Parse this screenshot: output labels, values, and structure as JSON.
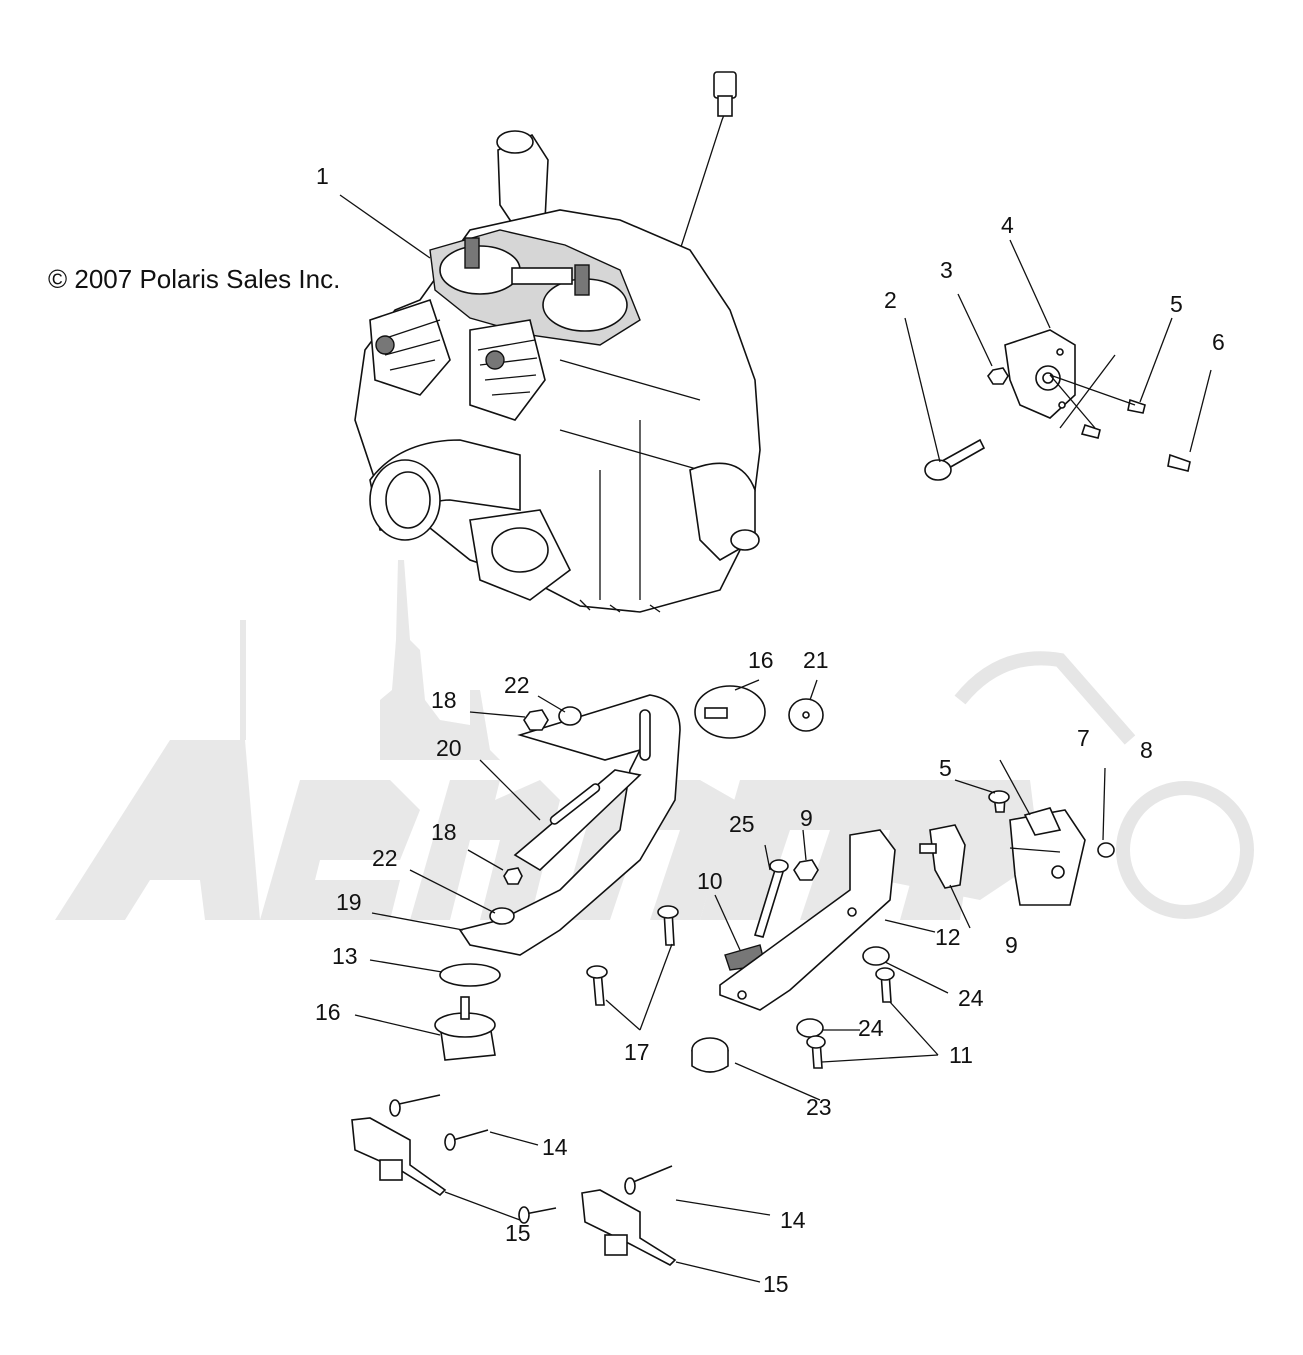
{
  "copyright": "© 2007 Polaris Sales Inc.",
  "watermark": "AerMoto",
  "callouts": [
    {
      "id": "c1",
      "text": "1"
    },
    {
      "id": "c2",
      "text": "2"
    },
    {
      "id": "c3",
      "text": "3"
    },
    {
      "id": "c4",
      "text": "4"
    },
    {
      "id": "c5a",
      "text": "5"
    },
    {
      "id": "c6",
      "text": "6"
    },
    {
      "id": "c16a",
      "text": "16"
    },
    {
      "id": "c21",
      "text": "21"
    },
    {
      "id": "c22a",
      "text": "22"
    },
    {
      "id": "c18a",
      "text": "18"
    },
    {
      "id": "c20",
      "text": "20"
    },
    {
      "id": "c18b",
      "text": "18"
    },
    {
      "id": "c22b",
      "text": "22"
    },
    {
      "id": "c19",
      "text": "19"
    },
    {
      "id": "c13",
      "text": "13"
    },
    {
      "id": "c16b",
      "text": "16"
    },
    {
      "id": "c25",
      "text": "25"
    },
    {
      "id": "c9a",
      "text": "9"
    },
    {
      "id": "c10",
      "text": "10"
    },
    {
      "id": "c5b",
      "text": "5"
    },
    {
      "id": "c7",
      "text": "7"
    },
    {
      "id": "c8",
      "text": "8"
    },
    {
      "id": "c12",
      "text": "12"
    },
    {
      "id": "c9b",
      "text": "9"
    },
    {
      "id": "c24a",
      "text": "24"
    },
    {
      "id": "c24b",
      "text": "24"
    },
    {
      "id": "c11",
      "text": "11"
    },
    {
      "id": "c17",
      "text": "17"
    },
    {
      "id": "c23",
      "text": "23"
    },
    {
      "id": "c14a",
      "text": "14"
    },
    {
      "id": "c15a",
      "text": "15"
    },
    {
      "id": "c14b",
      "text": "14"
    },
    {
      "id": "c15b",
      "text": "15"
    }
  ]
}
